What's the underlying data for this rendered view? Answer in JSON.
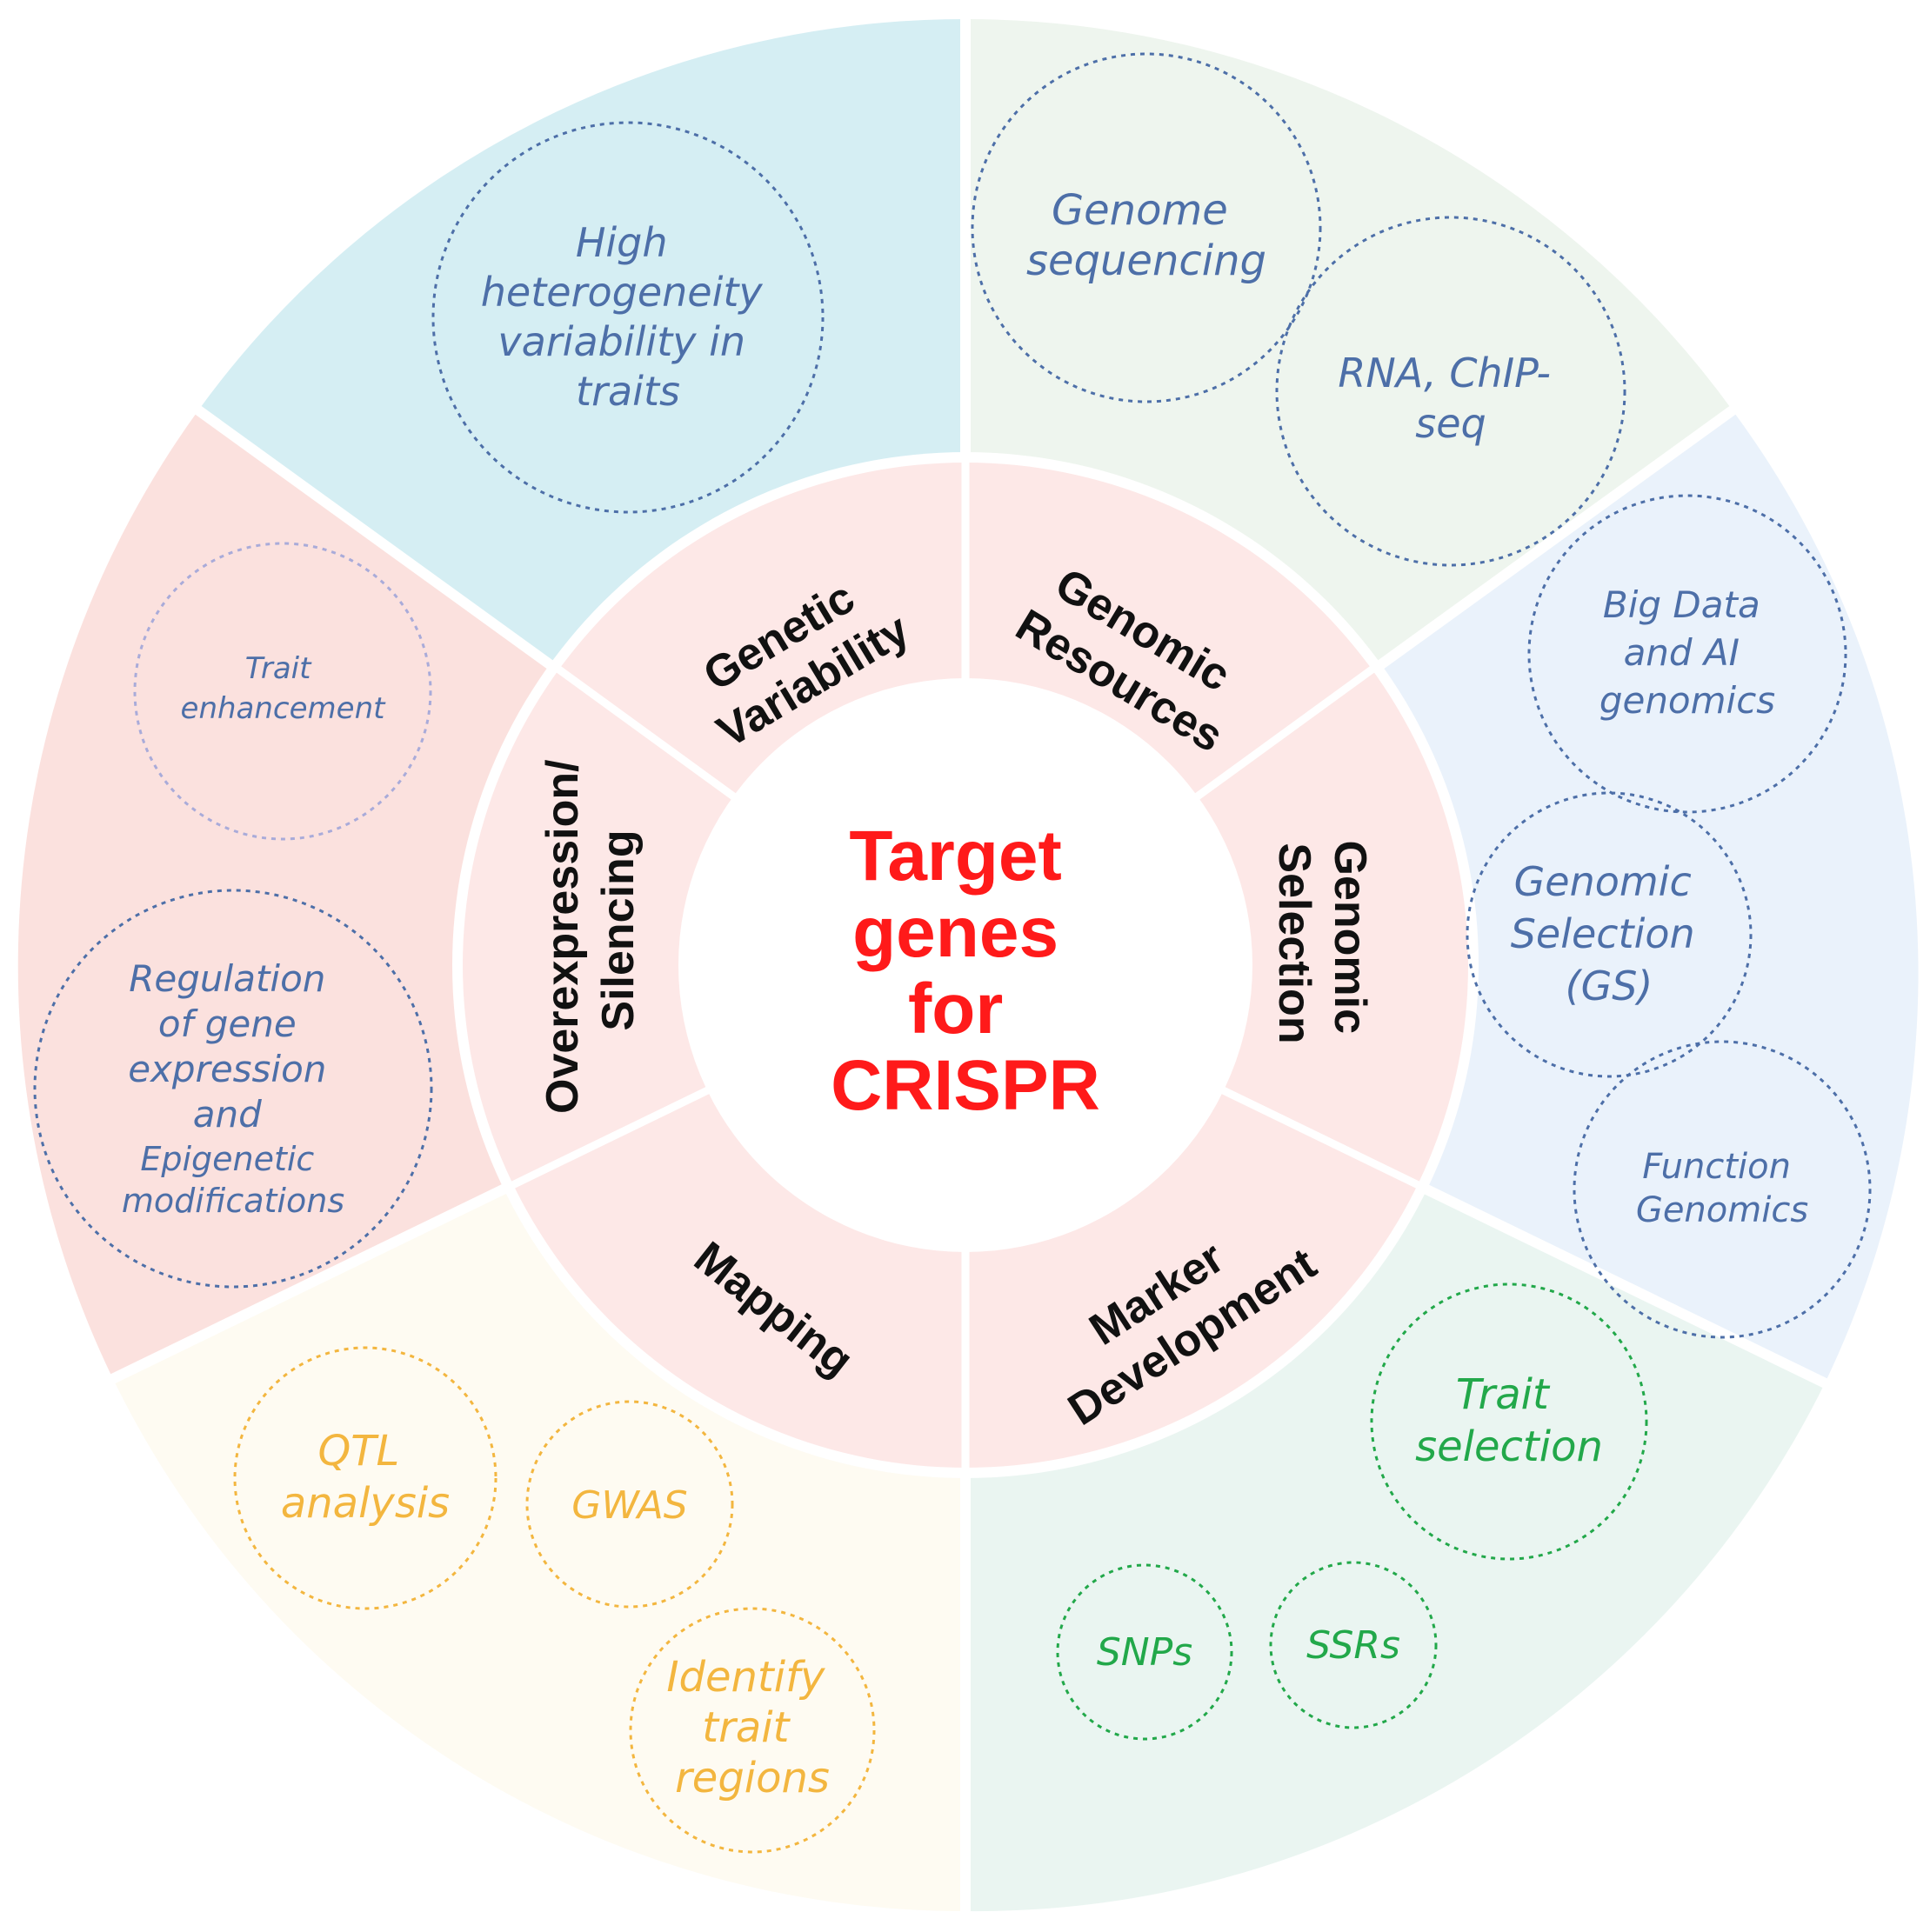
{
  "center": {
    "lines": [
      "Target",
      "genes",
      "for",
      "CRISPR"
    ],
    "color": "#ff1a1a"
  },
  "colors": {
    "genetic_variability": "#d5eef3",
    "genomic_resources": "#eef5ee",
    "genomic_selection": "#eaf2fb",
    "marker_development": "#eaf5f1",
    "mapping": "#fefbf2",
    "overexpression": "#fbe1de",
    "inner_ring": "#fde8e7",
    "blue_text": "#4d6fa8",
    "green_text": "#22a84a",
    "orange_text": "#f3b63f",
    "lavender": "#a9abd9"
  },
  "categories": {
    "genetic_variability": [
      "Genetic",
      "Variability"
    ],
    "genomic_resources": [
      "Genomic",
      "Resources"
    ],
    "genomic_selection": [
      "Genomic",
      "Selection"
    ],
    "marker_development": [
      "Marker",
      "Development"
    ],
    "mapping": [
      "Mapping"
    ],
    "overexpression": [
      "Overexpression/",
      "Silencing"
    ]
  },
  "bubbles": {
    "heterogeneity": [
      "High",
      "heterogeneity",
      "variability in",
      "traits"
    ],
    "genome_seq": [
      "Genome",
      "sequencing"
    ],
    "rna_chip": [
      "RNA, ChIP-",
      "seq"
    ],
    "big_data": [
      "Big Data",
      "and AI",
      "genomics"
    ],
    "gs": [
      "Genomic",
      "Selection",
      "(GS)"
    ],
    "function_genomics": [
      "Function",
      "Genomics"
    ],
    "trait_selection": [
      "Trait",
      "selection"
    ],
    "snps": [
      "SNPs"
    ],
    "ssrs": [
      "SSRs"
    ],
    "qtl": [
      "QTL",
      "analysis"
    ],
    "gwas": [
      "GWAS"
    ],
    "identify": [
      "Identify",
      "trait",
      "regions"
    ],
    "trait_enh": [
      "Trait",
      "enhancement"
    ],
    "regulation": [
      "Regulation",
      "of gene",
      "expression",
      "and",
      "Epigenetic",
      "modifications"
    ]
  }
}
